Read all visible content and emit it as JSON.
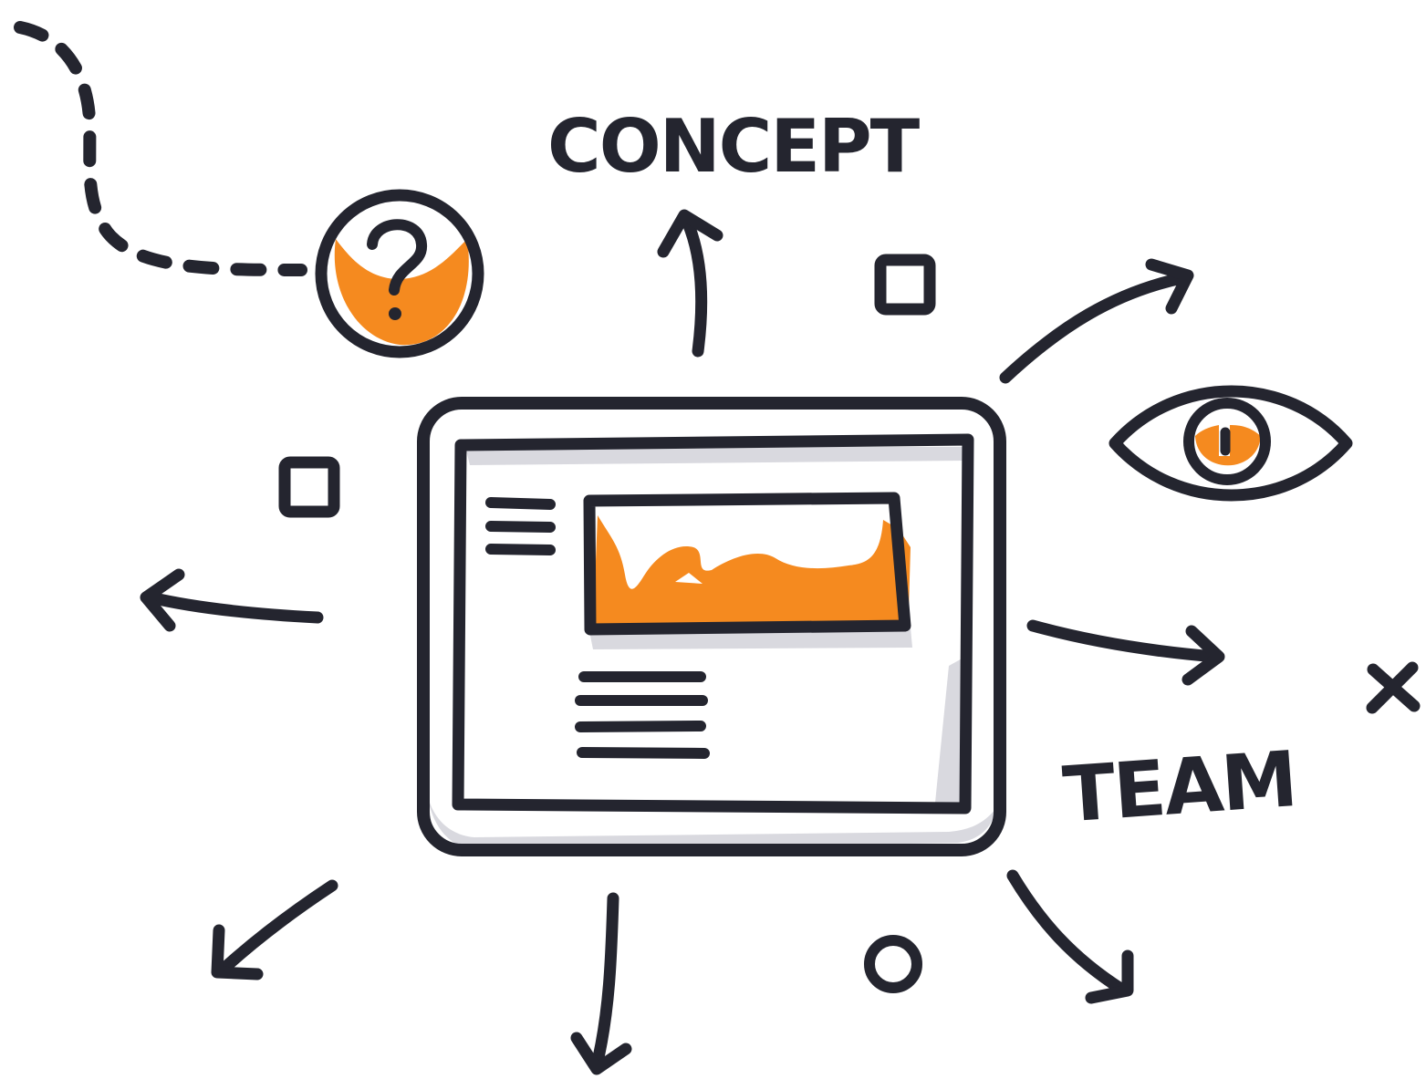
{
  "labels": {
    "concept": "CONCEPT",
    "team": "TEAM"
  },
  "icons": [
    "question-mark-icon",
    "eye-icon",
    "tablet-icon",
    "square-shape",
    "circle-shape",
    "x-mark-icon",
    "arrow-icon"
  ],
  "colors": {
    "ink": "#24252f",
    "accent": "#f58a1f",
    "shadow": "#d9d9df",
    "background": "#ffffff"
  }
}
